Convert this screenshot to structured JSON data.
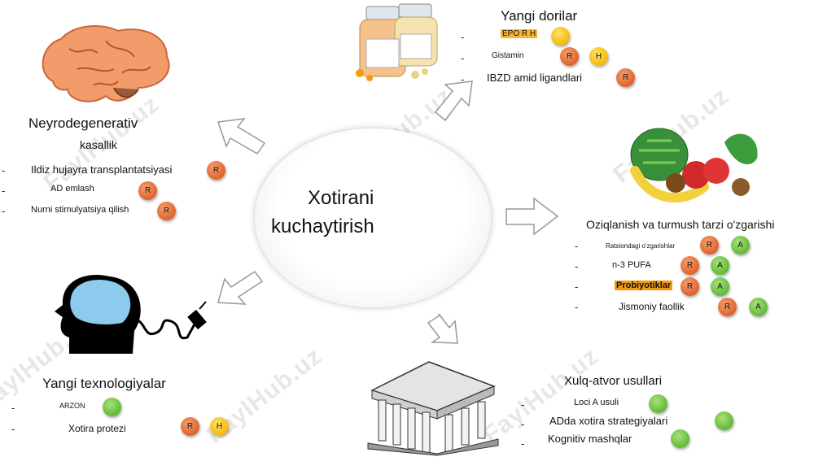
{
  "center": {
    "line1": "Xotirani",
    "line2": "kuchaytirish"
  },
  "watermark": "FaylHub.uz",
  "colors": {
    "r_badge": "#e0622a",
    "h_badge": "#f2b705",
    "a_badge": "#5cb833"
  },
  "neuro": {
    "title1": "Neyrodegenerativ",
    "title2": "kasallik",
    "items": [
      "Ildiz hujayra transplantatsiyasi",
      "AD emlash",
      "Nurni stimulyatsiya qilish"
    ],
    "badge": "R"
  },
  "drugs": {
    "title": "Yangi dorilar",
    "items": [
      "EPO R H",
      "Gistamin",
      "IBZD amid ligandlari"
    ],
    "badges": {
      "r": "R",
      "h": "H"
    }
  },
  "diet": {
    "title": "Oziqlanish va turmush tarzi o'zgarishi",
    "items": [
      "Ratsiondagi o'zgarishlar",
      "n-3 PUFA",
      "Probiyotiklar",
      "Jismoniy faollik"
    ],
    "badges": {
      "r": "R",
      "a": "A"
    }
  },
  "tech": {
    "title": "Yangi texnologiyalar",
    "items": [
      "ARZON",
      "Xotira protezi"
    ],
    "badges": {
      "r": "R",
      "h": "H"
    }
  },
  "behavior": {
    "title": "Xulq-atvor usullari",
    "items": [
      "Loci A usuli",
      "ADda xotira strategiyalari",
      "Kognitiv mashqlar"
    ],
    "badges": {
      "a": "A"
    }
  },
  "icons": [
    "brain-icon",
    "pill-bottles-icon",
    "fruits-vegetables-icon",
    "head-plug-icon",
    "temple-icon"
  ]
}
